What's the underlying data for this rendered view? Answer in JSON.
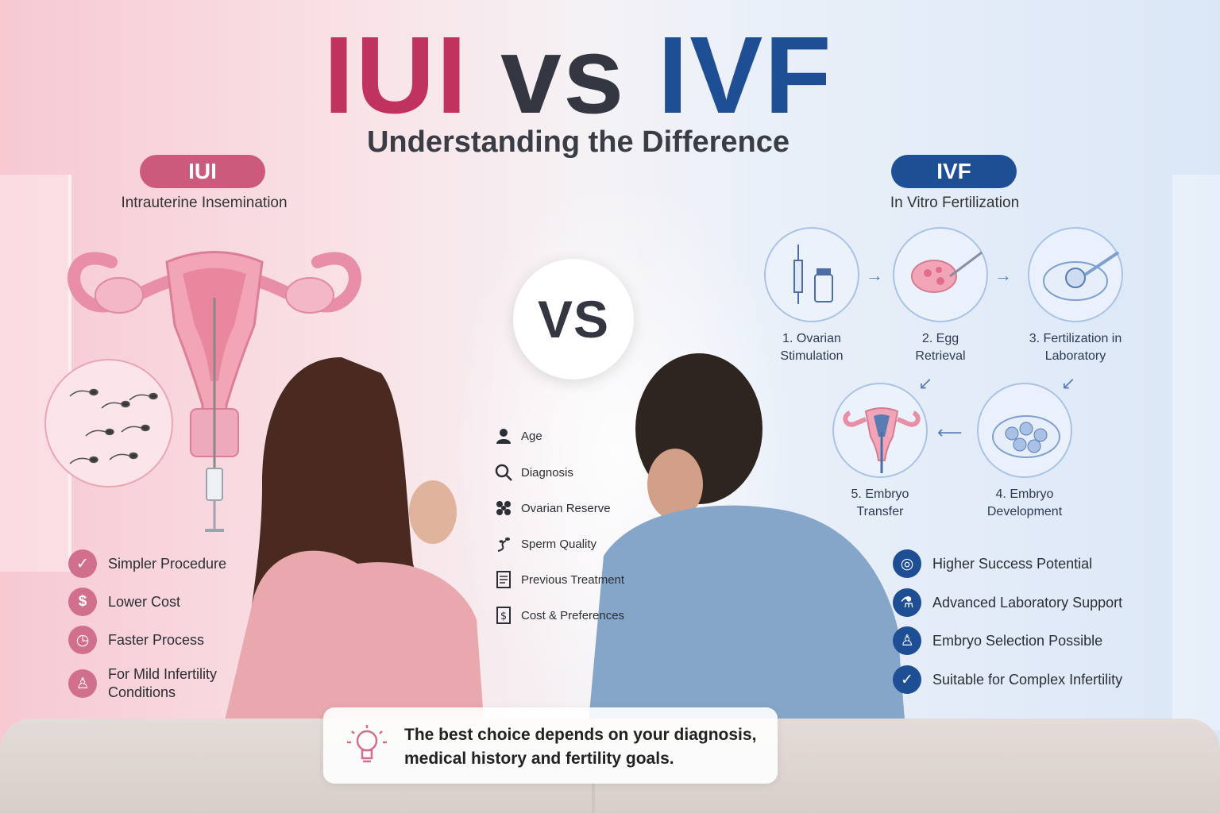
{
  "header": {
    "title_left": "IUI",
    "title_mid": "vs",
    "title_right": "IVF",
    "subtitle": "Understanding the Difference"
  },
  "iui": {
    "badge": "IUI",
    "full_name": "Intrauterine Insemination",
    "features": [
      {
        "icon": "check-icon",
        "label": "Simpler Procedure"
      },
      {
        "icon": "dollar-icon",
        "label": "Lower Cost"
      },
      {
        "icon": "clock-icon",
        "label": "Faster Process"
      },
      {
        "icon": "person-icon",
        "label": "For Mild Infertility Conditions"
      }
    ]
  },
  "center": {
    "vs_label": "VS",
    "factors": [
      {
        "icon": "person-icon",
        "label": "Age"
      },
      {
        "icon": "search-icon",
        "label": "Diagnosis"
      },
      {
        "icon": "cells-icon",
        "label": "Ovarian Reserve"
      },
      {
        "icon": "sperm-icon",
        "label": "Sperm Quality"
      },
      {
        "icon": "document-icon",
        "label": "Previous Treatment"
      },
      {
        "icon": "receipt-icon",
        "label": "Cost & Preferences"
      }
    ]
  },
  "ivf": {
    "badge": "IVF",
    "full_name": "In Vitro Fertilization",
    "steps": [
      {
        "line1": "1. Ovarian",
        "line2": "Stimulation"
      },
      {
        "line1": "2. Egg",
        "line2": "Retrieval"
      },
      {
        "line1": "3. Fertilization in",
        "line2": "Laboratory"
      },
      {
        "line1": "4. Embryo",
        "line2": "Development"
      },
      {
        "line1": "5. Embryo",
        "line2": "Transfer"
      }
    ],
    "features": [
      {
        "icon": "target-icon",
        "label": "Higher Success Potential"
      },
      {
        "icon": "flask-icon",
        "label": "Advanced Laboratory Support"
      },
      {
        "icon": "embryo-icon",
        "label": "Embryo Selection Possible"
      },
      {
        "icon": "check-circle-icon",
        "label": "Suitable for Complex Infertility"
      }
    ]
  },
  "callout": {
    "line1": "The best choice depends on your diagnosis,",
    "line2": "medical history and fertility goals."
  },
  "colors": {
    "iui_accent": "#c1335f",
    "ivf_accent": "#1e4f95",
    "dark": "#343741"
  }
}
